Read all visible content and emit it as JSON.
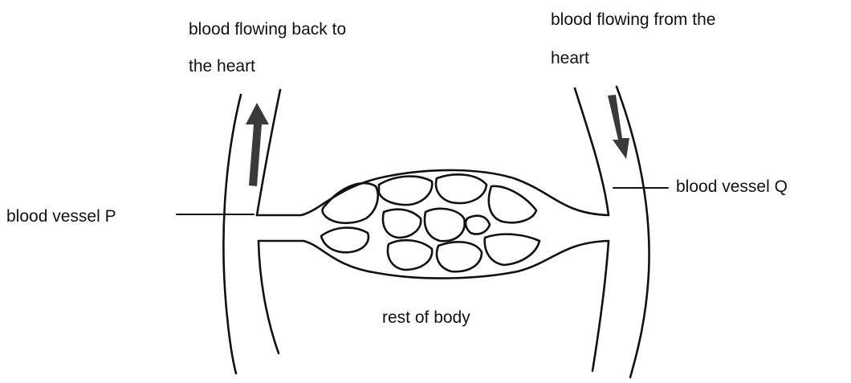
{
  "labels": {
    "back_line1": "blood flowing back to",
    "back_line2": "the heart",
    "from_line1": "blood flowing from the",
    "from_line2": "heart",
    "vessel_p": "blood vessel P",
    "vessel_q": "blood vessel Q",
    "rest": "rest of body"
  },
  "colors": {
    "ink": "#111111",
    "arrow": "#3a3a3a",
    "background": "#ffffff"
  }
}
